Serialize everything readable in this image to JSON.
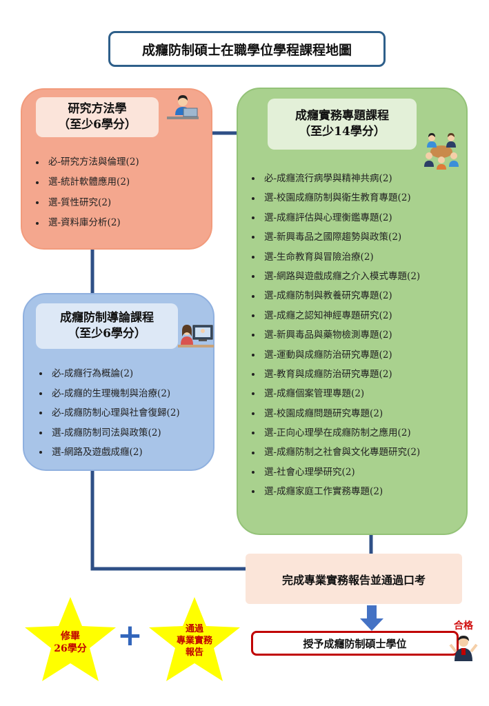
{
  "title": "成癮防制碩士在職學位學程課程地圖",
  "research": {
    "heading": "研究方法學",
    "subheading": "（至少6學分）",
    "courses": [
      "必-研究方法與倫理(2)",
      "選-統計軟體應用(2)",
      "選-質性研究(2)",
      "選-資料庫分析(2)"
    ]
  },
  "intro": {
    "heading": "成癮防制導論課程",
    "subheading": "（至少6學分）",
    "courses": [
      "必-成癮行為概論(2)",
      "必-成癮的生理機制與治療(2)",
      "必-成癮防制心理與社會復歸(2)",
      "選-成癮防制司法與政策(2)",
      "選-網路及遊戲成癮(2)"
    ]
  },
  "practice": {
    "heading": "成癮實務專題課程",
    "subheading": "（至少14學分）",
    "courses": [
      "必-成癮流行病學與精神共病(2)",
      "選-校園成癮防制與衛生教育專題(2)",
      "選-成癮評估與心理衡鑑專題(2)",
      "選-新興毒品之國際趨勢與政策(2)",
      "選-生命教育與冒險治療(2)",
      "選-網路與遊戲成癮之介入模式專題(2)",
      "選-成癮防制與教養研究專題(2)",
      "選-成癮之認知神經專題研究(2)",
      "選-新興毒品與藥物檢測專題(2)",
      "選-運動與成癮防治研究專題(2)",
      "選-教育與成癮防治研究專題(2)",
      "選-成癮個案管理專題(2)",
      "選-校園成癮問題研究專題(2)",
      "選-正向心理學在成癮防制之應用(2)",
      "選-成癮防制之社會與文化專題研究(2)",
      "選-社會心理學研究(2)",
      "選-成癮家庭工作實務專題(2)"
    ]
  },
  "report": "完成專業實務報告並通過口考",
  "degree": "授予成癮防制碩士學位",
  "pass_badge": "合格",
  "star1": {
    "line1": "修畢",
    "line2": "26學分"
  },
  "star2": {
    "line1": "通過",
    "line2": "專業實務",
    "line3": "報告"
  },
  "plus": "+",
  "colors": {
    "title_border": "#2e5f8a",
    "connector": "#2e4f86",
    "research_panel": "#f4a78e",
    "intro_panel": "#a8c4e8",
    "practice_panel": "#a9d18e",
    "report_box": "#fbe5d9",
    "degree_border": "#c00000",
    "star": "#ffff00",
    "arrow": "#4472c4"
  },
  "icons": [
    "person-at-laptop-icon",
    "group-meeting-icon",
    "person-video-call-icon",
    "graduate-pass-icon"
  ]
}
